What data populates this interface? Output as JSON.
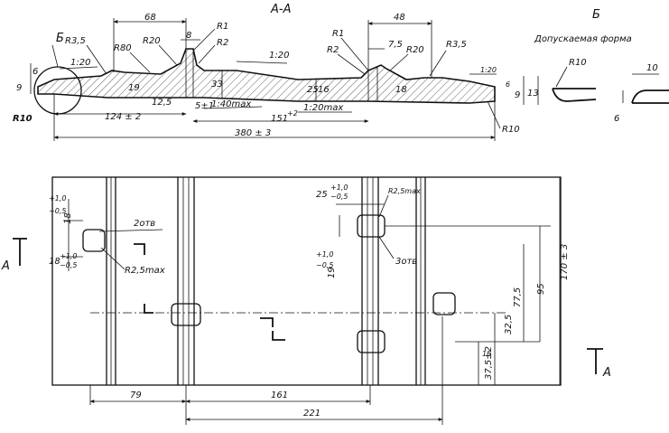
{
  "section": {
    "title": "А-А",
    "view_b_title": "Б",
    "view_b_caption": "Допускаемая форма",
    "callout_b": "Б",
    "dims": {
      "d68": "68",
      "d48": "48",
      "d8": "8",
      "d7_5": "7,5",
      "r1_left": "R1",
      "r2_left": "R2",
      "r1_right": "R1",
      "r2_right": "R2",
      "r3_5_left": "R3,5",
      "r3_5_right": "R3,5",
      "r80": "R80",
      "r20_left": "R20",
      "r20_right": "R20",
      "slope_left": "1:20",
      "slope_mid": "1:20",
      "slope_right": "1:20",
      "slope_40max": "1:40max",
      "slope_20max": "1:20max",
      "d6_left": "6",
      "d9_left": "9",
      "d19": "19",
      "d33": "33",
      "d25": "25",
      "d16": "16",
      "d18": "18",
      "d6_right": "6",
      "d9_right": "9",
      "d13": "13",
      "d12_5": "12,5",
      "d5": "5±1",
      "r10_left": "R10",
      "r10_right": "R10",
      "d124": "124 ± 2",
      "d151": "151",
      "d151_tol": "+2",
      "d380": "380 ± 3",
      "vb_r10": "R10",
      "vb_10": "10",
      "vb_6": "6"
    }
  },
  "plan": {
    "cut_label_left": "А",
    "cut_label_right": "А",
    "dims": {
      "d18_top": "18",
      "d18_top_tol_up": "+1,0",
      "d18_top_tol_dn": "−0,5",
      "d18_bot": "18",
      "d18_bot_tol_up": "+1,0",
      "d18_bot_tol_dn": "−0,5",
      "holes_left": "2отв",
      "r2_5_left": "R2,5max",
      "d25": "25",
      "d25_tol_up": "+1,0",
      "d25_tol_dn": "−0,5",
      "r2_5_right": "R2,5max",
      "holes_right": "3отв",
      "d19": "19",
      "d19_tol_up": "+1,0",
      "d19_tol_dn": "−0,5",
      "d77_5": "77,5",
      "d95": "95",
      "d170": "170 ± 3",
      "d32_5": "32,5",
      "d15": "15",
      "d37_5": "37,5±2",
      "d79": "79",
      "d161": "161",
      "d221": "221"
    }
  }
}
